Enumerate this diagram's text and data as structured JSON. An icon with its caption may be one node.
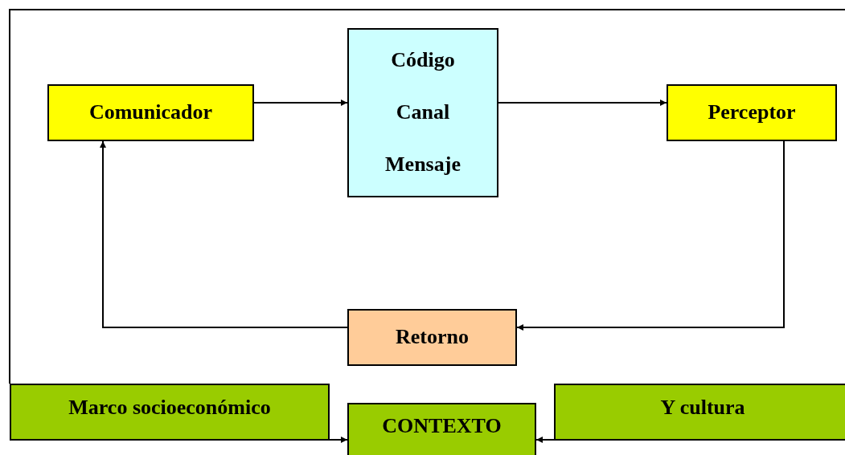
{
  "diagram": {
    "nodes": [
      {
        "text": [
          "Comunicador"
        ]
      },
      {
        "text": [
          "Código",
          "Canal",
          "Mensaje"
        ]
      },
      {
        "text": [
          "Perceptor"
        ]
      },
      {
        "text": [
          "Retorno"
        ]
      },
      {
        "text": [
          "Marco socioeconómico"
        ]
      },
      {
        "text": [
          "CONTEXTO"
        ]
      },
      {
        "text": [
          "Y cultura"
        ]
      }
    ],
    "edges": [
      {
        "from": 0,
        "to": 1,
        "arrow": "to"
      },
      {
        "from": 1,
        "to": 2,
        "arrow": "to"
      },
      {
        "from": 2,
        "to": 3,
        "arrow": "to"
      },
      {
        "from": 3,
        "to": 0,
        "arrow": "to"
      },
      {
        "from": 4,
        "to": 5,
        "arrow": "to"
      },
      {
        "from": 6,
        "to": 5,
        "arrow": "to"
      }
    ]
  }
}
